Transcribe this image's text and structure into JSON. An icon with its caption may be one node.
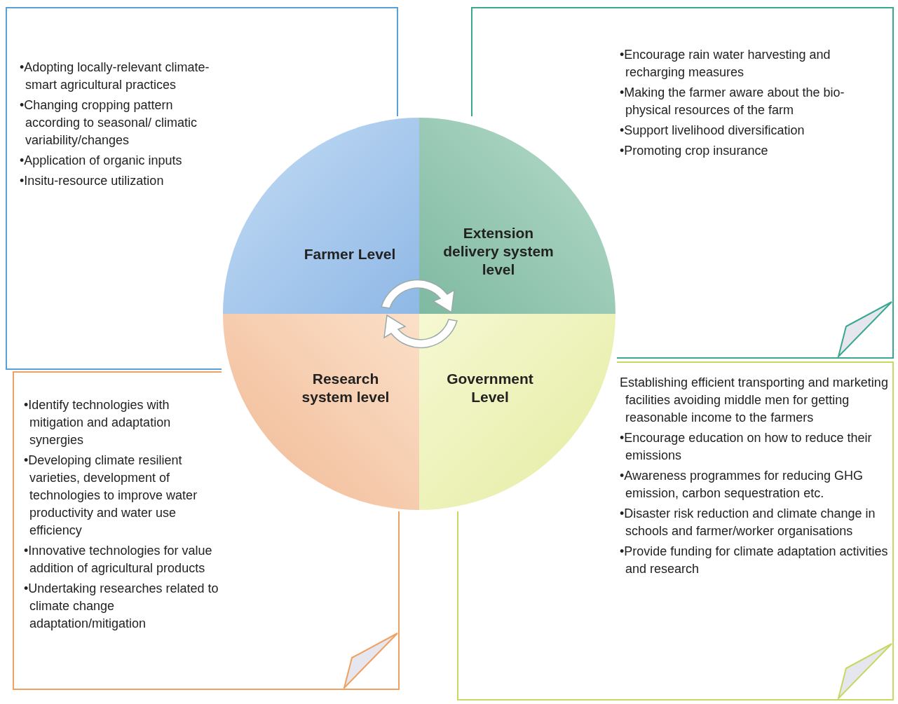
{
  "diagram": {
    "nodes": [
      {
        "text": [
          "•Adopting locally-relevant climate-smart agricultural practices",
          "•Changing cropping pattern according to seasonal/ climatic variability/changes",
          "•Application of organic inputs",
          "•Insitu-resource utilization"
        ]
      },
      {
        "text": [
          "•Encourage rain water harvesting and recharging measures",
          "•Making the farmer aware about the bio-physical resources of the farm",
          "•Support livelihood diversification",
          "•Promoting crop insurance"
        ]
      },
      {
        "text": [
          "•Identify technologies with mitigation and adaptation synergies",
          "•Developing climate resilient varieties, development of technologies to improve water productivity and water use efficiency",
          "•Innovative technologies for value addition of agricultural products",
          "•Undertaking researches related to climate change adaptation/mitigation"
        ]
      },
      {
        "text": [
          "Establishing efficient transporting and marketing facilities avoiding middle men for getting reasonable income to the farmers",
          "•Encourage education on how to reduce their emissions",
          "•Awareness programmes for reducing GHG emission, carbon sequestration etc.",
          "•Disaster risk reduction and climate change in schools and farmer/worker organisations",
          "•Provide funding for climate adaptation activities and research"
        ]
      },
      {
        "text": [
          "Farmer Level"
        ]
      },
      {
        "text": [
          "Extension delivery system level"
        ]
      },
      {
        "text": [
          "Research system level"
        ]
      },
      {
        "text": [
          "Government Level"
        ]
      }
    ]
  }
}
